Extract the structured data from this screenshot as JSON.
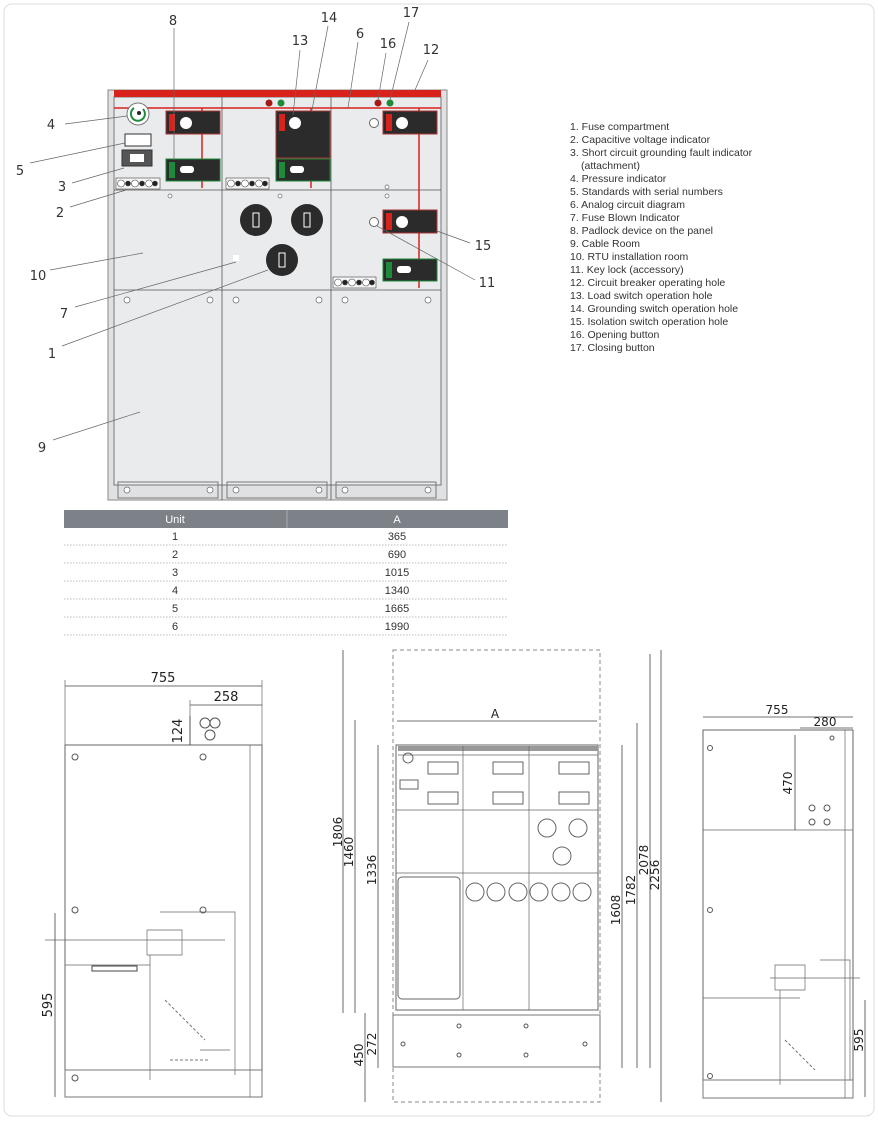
{
  "callouts": {
    "c1": "1",
    "c2": "2",
    "c3": "3",
    "c4": "4",
    "c5": "5",
    "c6": "6",
    "c7": "7",
    "c8": "8",
    "c9": "9",
    "c10": "10",
    "c11": "11",
    "c12": "12",
    "c13": "13",
    "c14": "14",
    "c15": "15",
    "c16": "16",
    "c17": "17"
  },
  "legend": [
    "1. Fuse compartment",
    "2. Capacitive voltage indicator",
    "3. Short circuit grounding fault indicator",
    "(attachment)",
    "4. Pressure indicator",
    "5. Standards with serial numbers",
    "6. Analog circuit diagram",
    "7. Fuse Blown Indicator",
    "8. Padlock device on the panel",
    "9. Cable Room",
    "10. RTU installation room",
    "11. Key lock (accessory)",
    "12. Circuit breaker operating hole",
    "13. Load switch operation hole",
    "14. Grounding switch operation hole",
    "15. Isolation switch operation hole",
    "16. Opening button",
    "17. Closing button"
  ],
  "table": {
    "headers": [
      "Unit",
      "A"
    ],
    "rows": [
      [
        "1",
        "365"
      ],
      [
        "2",
        "690"
      ],
      [
        "3",
        "1015"
      ],
      [
        "4",
        "1340"
      ],
      [
        "5",
        "1665"
      ],
      [
        "6",
        "1990"
      ]
    ]
  },
  "dimensions": {
    "left": {
      "width": "755",
      "depth": "258",
      "top": "124",
      "cable": "595"
    },
    "front": {
      "A": "A",
      "h1806": "1806",
      "h1460": "1460",
      "h1336": "1336",
      "h272": "272",
      "h450": "450",
      "h1608": "1608",
      "h1782": "1782",
      "h2078": "2078",
      "h2256": "2256"
    },
    "right": {
      "width": "755",
      "depth": "280",
      "top": "470",
      "cable": "595"
    }
  },
  "colors": {
    "accent": "#d8231c",
    "green": "#1e8a3a",
    "header": "#7d8288",
    "panel": "#e9ebec",
    "dark": "#2b2b2b"
  }
}
